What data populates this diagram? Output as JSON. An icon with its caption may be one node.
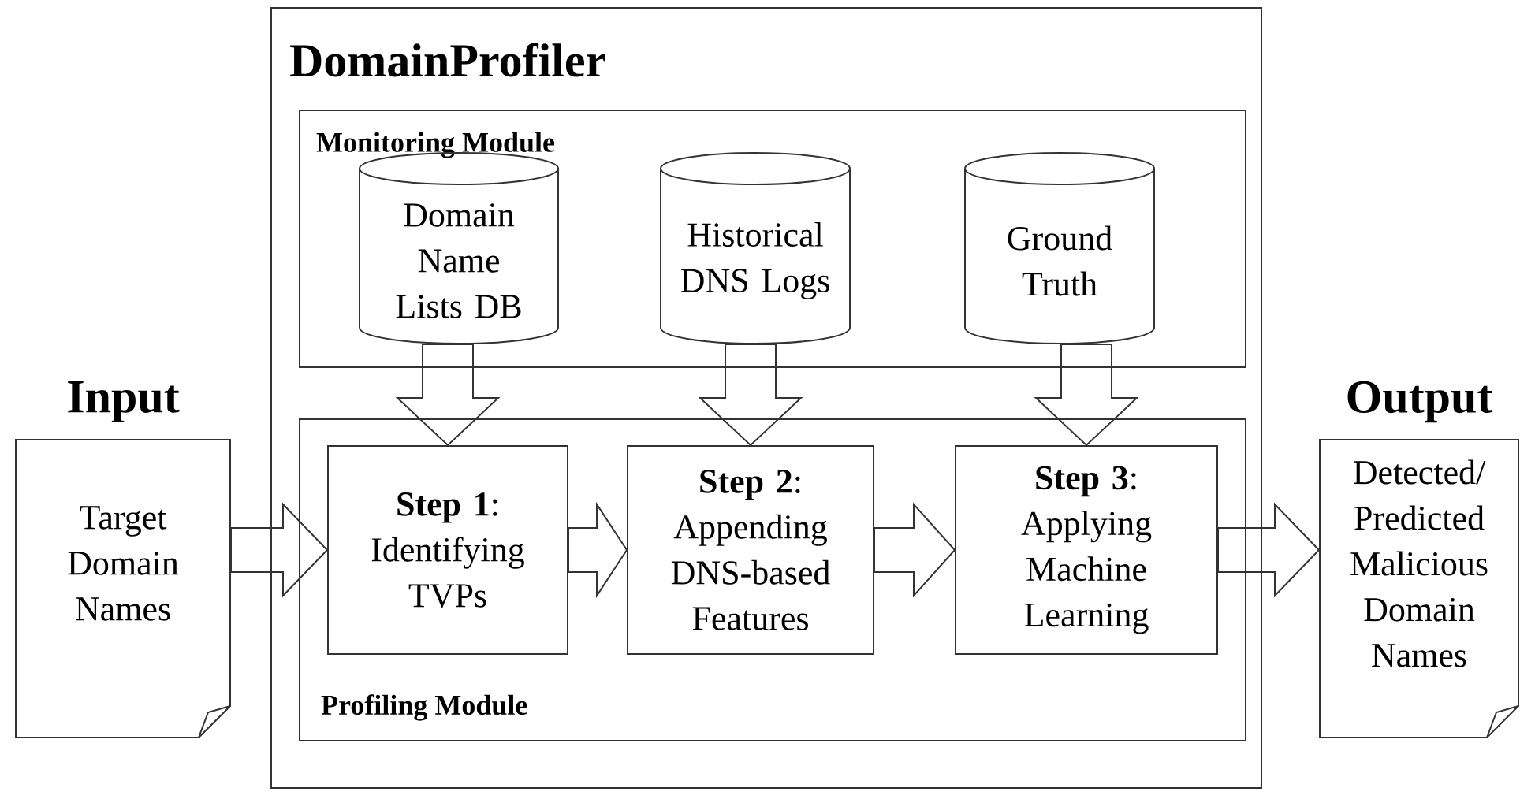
{
  "diagram": {
    "nodes": [
      {
        "text": [
          "DomainProfiler"
        ]
      },
      {
        "text": [
          "Monitoring Module"
        ],
        "in": 0
      },
      {
        "text": [
          "Domain Name Lists DB"
        ],
        "in": 1
      },
      {
        "text": [
          "Historical DNS Logs"
        ],
        "in": 1
      },
      {
        "text": [
          "Ground Truth"
        ],
        "in": 1
      },
      {
        "text": [
          "Profiling Module"
        ],
        "in": 0
      },
      {
        "text": [
          "**Step 1**: Identifying TVPs"
        ],
        "in": 5
      },
      {
        "text": [
          "**Step 2**: Appending DNS-based Features"
        ],
        "in": 5
      },
      {
        "text": [
          "**Step 3**: Applying Machine Learning"
        ],
        "in": 5
      },
      {
        "text": [
          "Input",
          "Target Domain Names"
        ]
      },
      {
        "text": [
          "Output",
          "Detected/ Predicted Malicious Domain Names"
        ]
      }
    ],
    "edges": [
      {
        "from": 2,
        "to": 6,
        "arrow": "to"
      },
      {
        "from": 3,
        "to": 7,
        "arrow": "to"
      },
      {
        "from": 4,
        "to": 8,
        "arrow": "to"
      },
      {
        "from": 9,
        "to": 6,
        "arrow": "to"
      },
      {
        "from": 6,
        "to": 7,
        "arrow": "to"
      },
      {
        "from": 7,
        "to": 8,
        "arrow": "to"
      },
      {
        "from": 8,
        "to": 10,
        "arrow": "to"
      }
    ]
  }
}
